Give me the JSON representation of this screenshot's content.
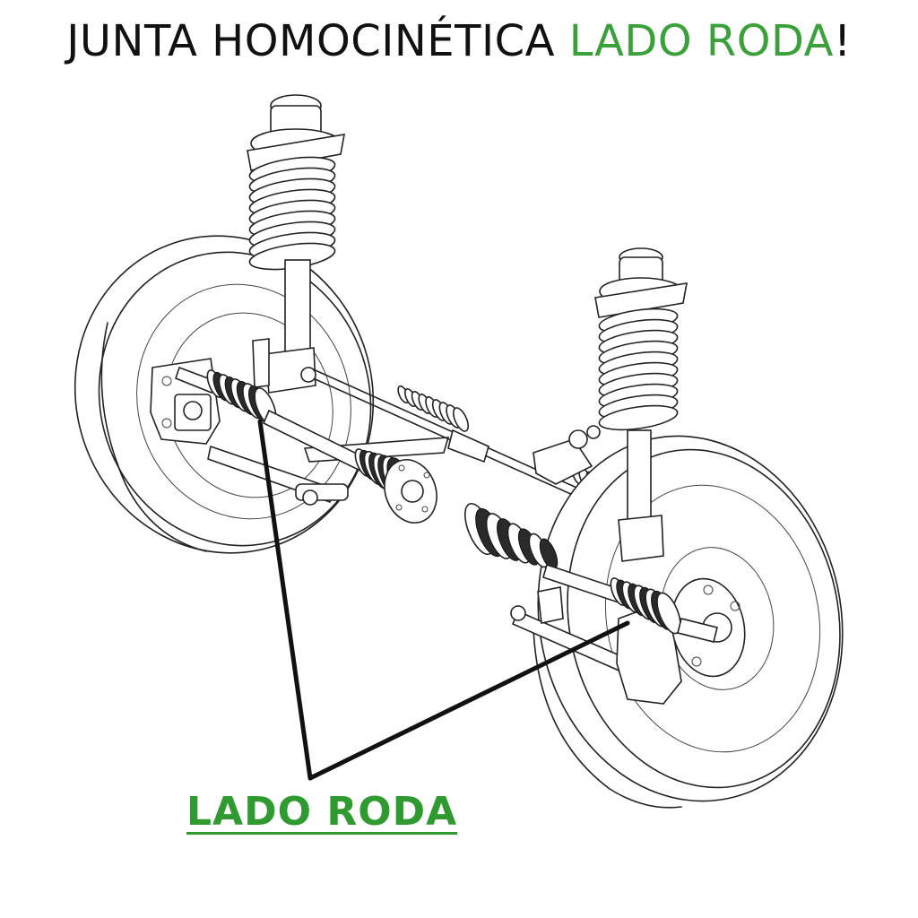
{
  "title": {
    "part1": "JUNTA HOMOCINÉTICA ",
    "highlight": "LADO RODA",
    "part2": "!"
  },
  "callout": {
    "label": "LADO RODA"
  },
  "colors": {
    "highlight": "#3aa13a",
    "callout": "#2f9a2f",
    "ink": "#111111",
    "pointer": "#111111"
  }
}
